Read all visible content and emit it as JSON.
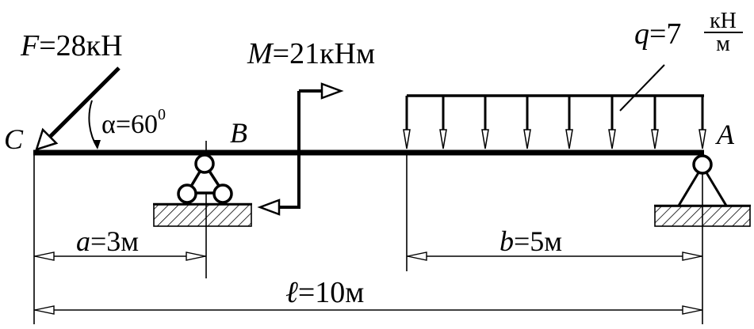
{
  "diagram": {
    "force": {
      "symbol": "F",
      "value": "=28кН",
      "angle_symbol": "α",
      "angle_value": "=60",
      "angle_unit": "0"
    },
    "moment": {
      "symbol": "M",
      "value": "=21кНм"
    },
    "distributed_load": {
      "symbol": "q",
      "value": "=7",
      "unit_numerator": "кН",
      "unit_denominator": "м"
    },
    "points": {
      "C": "C",
      "B": "B",
      "A": "A"
    },
    "dimensions": {
      "a_symbol": "a",
      "a_value": "=3м",
      "b_symbol": "b",
      "b_value": "=5м",
      "l_symbol": "ℓ",
      "l_value": "=10м"
    },
    "colors": {
      "ink": "#000000",
      "background": "#ffffff"
    }
  }
}
